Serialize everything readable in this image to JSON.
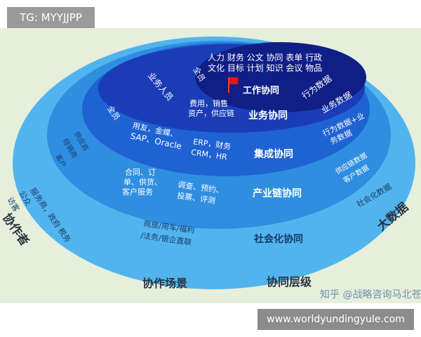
{
  "tag": "TG: MYYJJPP",
  "url_banner": "www.worldyundingyule.com",
  "colors": {
    "background": "#e6efdc",
    "ring1": "#52b4ee",
    "ring2": "#2f8ee0",
    "ring3": "#1f62d2",
    "ring4": "#1a3db6",
    "core": "#0f1f86",
    "flag": "#e01818"
  },
  "diagram": {
    "core": {
      "top_line1": "人力 财务 公文 协同 表单 行政",
      "top_line2": "文化 目标 计划 知识 会议 物品",
      "left": "全员",
      "right": "行为数据",
      "title": "工作协同",
      "flag_icon": "red-flag"
    },
    "business": {
      "left": "业务人员",
      "middle_line1": "费用，销售",
      "middle_line2": "资产，供应链",
      "right": "业务数据",
      "title": "业务协同"
    },
    "integration": {
      "left": "全员",
      "middle1_line1": "用友，金蝶、",
      "middle1_line2": "SAP、Oracle",
      "middle2_line1": "ERP，财务",
      "middle2_line2": "CRM，HR",
      "right_line1": "行为数据+业",
      "right_line2": "务数据",
      "title": "集成协同"
    },
    "industry": {
      "left_line1": "供应商",
      "left_line2": "经销商",
      "left_line3": "客户",
      "middle1_line1": "合同、订",
      "middle1_line2": "单、供货、",
      "middle1_line3": "客户服务",
      "middle2_line1": "调查、预约、",
      "middle2_line2": "投票、评测",
      "right_line1": "供应链数据",
      "right_line2": "客户数据",
      "title": "产业链协同"
    },
    "social": {
      "left_line1": "服务商，政府 税务",
      "left_line2": "公众",
      "left_line3": "访客",
      "middle_line1": "商旅/用车/福利",
      "middle_line2": "/法务/银企直联",
      "right": "社会化数据",
      "title": "社会化协同"
    },
    "axes": {
      "collaborator": "协作者",
      "scene": "协作场景",
      "level": "协同层级",
      "big_data": "大数据"
    },
    "watermark": "知乎 @战略咨询马北苍"
  }
}
